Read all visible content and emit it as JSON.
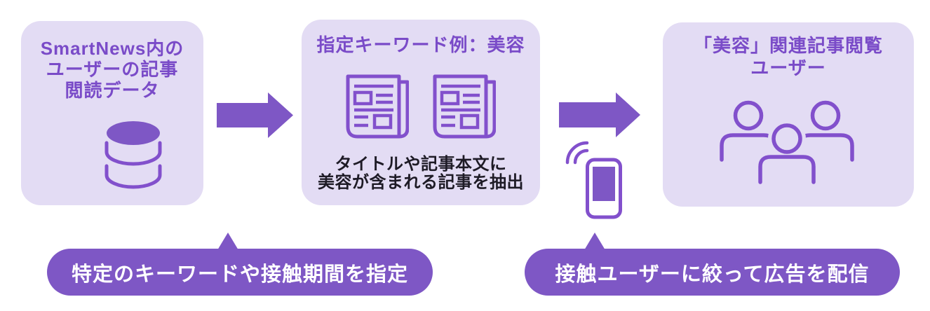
{
  "diagram": {
    "boxes": {
      "source": {
        "title_lines": [
          "SmartNews内の",
          "ユーザーの記事",
          "閲読データ"
        ],
        "icon": "database-icon"
      },
      "keyword": {
        "title": "指定キーワード例：美容",
        "icons": [
          "newspaper-icon",
          "newspaper-icon"
        ],
        "caption_lines": [
          "タイトルや記事本文に",
          "美容が含まれる記事を抽出"
        ]
      },
      "audience": {
        "title_lines": [
          "「美容」関連記事閲覧",
          "ユーザー"
        ],
        "icon": "users-icon"
      }
    },
    "connectors": {
      "arrow1": "arrow-right-icon",
      "arrow2": "arrow-right-icon",
      "device": "smartphone-signal-icon"
    },
    "bubbles": [
      {
        "label": "特定のキーワードや接触期間を指定"
      },
      {
        "label": "接触ユーザーに絞って広告を配信"
      }
    ],
    "colors": {
      "accent_purple": "#7E57C5",
      "heading_purple": "#7A4BC8",
      "icon_stroke_purple": "#8250CC",
      "box_bg": "#E3DCF4",
      "dark_text": "#1E1B26",
      "bubble_text": "#FFFFFF"
    }
  }
}
